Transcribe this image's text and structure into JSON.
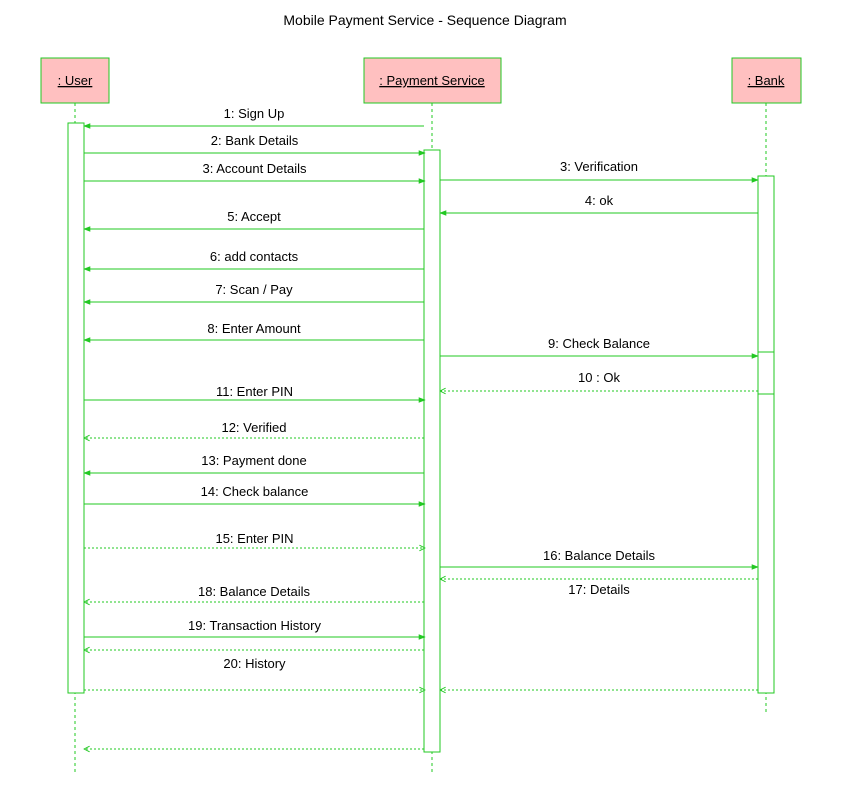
{
  "title": "Mobile Payment Service - Sequence Diagram",
  "colors": {
    "line": "#22c822",
    "object_fill": "#ffc0c0",
    "object_border": "#22c822",
    "text": "#000000"
  },
  "participants": [
    {
      "id": "user",
      "label": ": User"
    },
    {
      "id": "payment",
      "label": ": Payment Service"
    },
    {
      "id": "bank",
      "label": ": Bank"
    }
  ],
  "messages": [
    {
      "label": "1: Sign Up",
      "from": "payment",
      "to": "user",
      "style": "solid"
    },
    {
      "label": "2: Bank Details",
      "from": "user",
      "to": "payment",
      "style": "solid"
    },
    {
      "label": "3: Account Details",
      "from": "user",
      "to": "payment",
      "style": "solid"
    },
    {
      "label": "3: Verification",
      "from": "payment",
      "to": "bank",
      "style": "solid"
    },
    {
      "label": "4: ok",
      "from": "bank",
      "to": "payment",
      "style": "solid"
    },
    {
      "label": "5: Accept",
      "from": "payment",
      "to": "user",
      "style": "solid"
    },
    {
      "label": "6: add contacts",
      "from": "payment",
      "to": "user",
      "style": "solid"
    },
    {
      "label": "7: Scan / Pay",
      "from": "payment",
      "to": "user",
      "style": "solid"
    },
    {
      "label": "8: Enter Amount",
      "from": "payment",
      "to": "user",
      "style": "solid"
    },
    {
      "label": "9: Check Balance",
      "from": "payment",
      "to": "bank",
      "style": "solid"
    },
    {
      "label": "10 : Ok",
      "from": "bank",
      "to": "payment",
      "style": "dashed"
    },
    {
      "label": "11: Enter PIN",
      "from": "user",
      "to": "payment",
      "style": "solid"
    },
    {
      "label": "12: Verified",
      "from": "payment",
      "to": "user",
      "style": "dashed"
    },
    {
      "label": "13: Payment done",
      "from": "payment",
      "to": "user",
      "style": "solid"
    },
    {
      "label": "14: Check balance",
      "from": "user",
      "to": "payment",
      "style": "solid"
    },
    {
      "label": "15: Enter PIN",
      "from": "user",
      "to": "payment",
      "style": "dashed"
    },
    {
      "label": "16: Balance Details",
      "from": "payment",
      "to": "bank",
      "style": "solid"
    },
    {
      "label": "17: Details",
      "from": "bank",
      "to": "payment",
      "style": "dashed"
    },
    {
      "label": "18: Balance Details",
      "from": "payment",
      "to": "user",
      "style": "dashed"
    },
    {
      "label": "19: Transaction History",
      "from": "user",
      "to": "payment",
      "style": "solid"
    },
    {
      "label": "",
      "from": "payment",
      "to": "user",
      "style": "dashed"
    },
    {
      "label": "20: History",
      "from": "user",
      "to": "payment",
      "style": "dashed"
    },
    {
      "label": "",
      "from": "bank",
      "to": "payment",
      "style": "dashed"
    },
    {
      "label": "",
      "from": "payment",
      "to": "user",
      "style": "dashed"
    }
  ]
}
